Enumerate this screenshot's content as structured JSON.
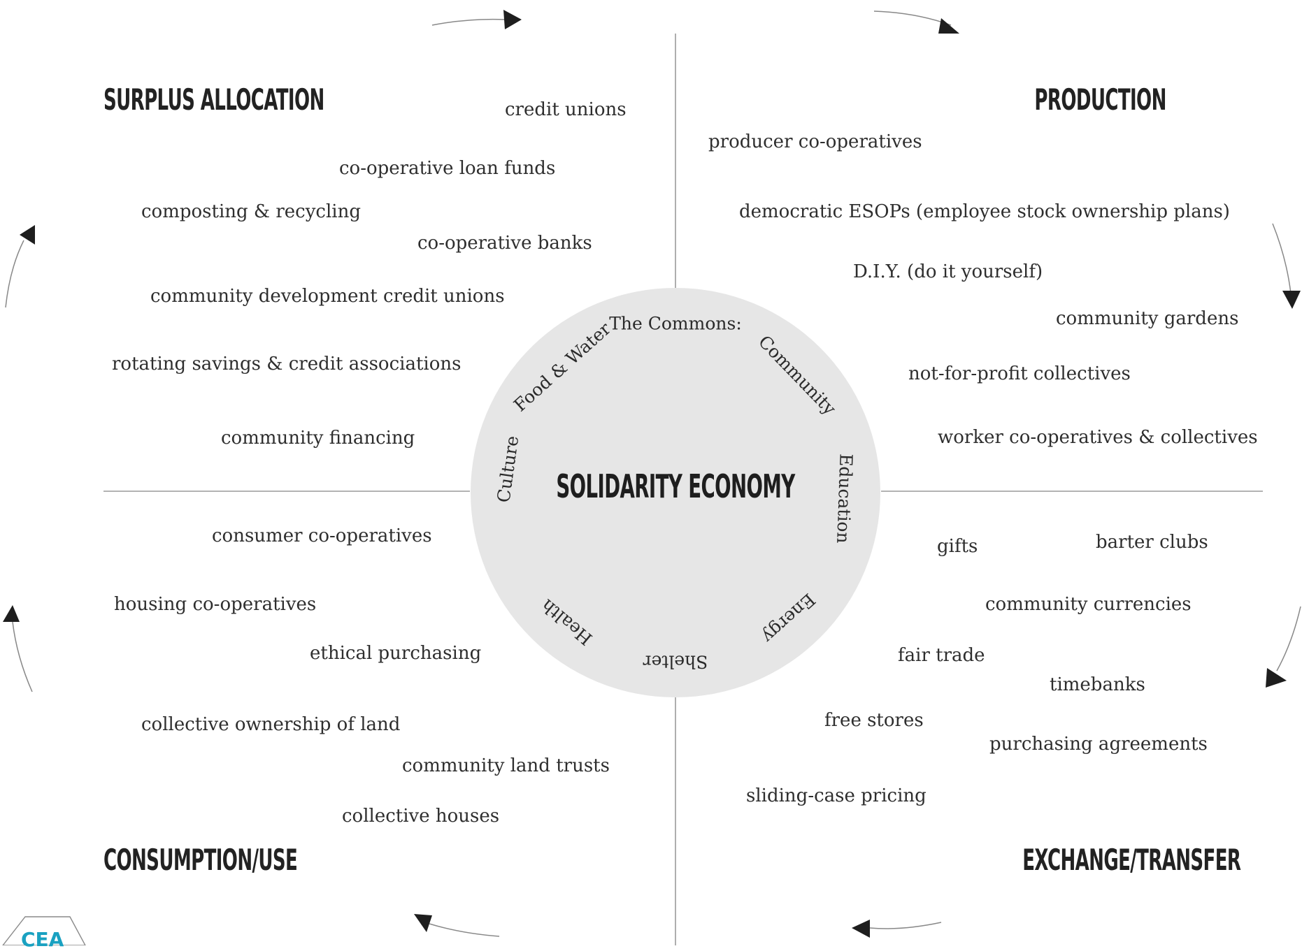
{
  "center": {
    "title": "SOLIDARITY ECONOMY",
    "commons": [
      "The Commons:",
      "Community",
      "Education",
      "Energy",
      "Shelter",
      "Health",
      "Culture",
      "Food & Water"
    ]
  },
  "quadrants": {
    "surplus_allocation": {
      "heading": "SURPLUS ALLOCATION",
      "items": [
        "credit unions",
        "co-operative loan funds",
        "composting & recycling",
        "co-operative banks",
        "community development credit unions",
        "rotating savings & credit associations",
        "community financing"
      ]
    },
    "production": {
      "heading": "PRODUCTION",
      "items": [
        "producer co-operatives",
        "democratic ESOPs (employee stock ownership plans)",
        "D.I.Y. (do it yourself)",
        "community gardens",
        "not-for-profit collectives",
        "worker co-operatives & collectives"
      ]
    },
    "consumption_use": {
      "heading": "CONSUMPTION/USE",
      "items": [
        "consumer co-operatives",
        "housing co-operatives",
        "ethical purchasing",
        "collective ownership of land",
        "community land trusts",
        "collective houses"
      ]
    },
    "exchange_transfer": {
      "heading": "EXCHANGE/TRANSFER",
      "items": [
        "gifts",
        "barter clubs",
        "community currencies",
        "fair trade",
        "timebanks",
        "free stores",
        "purchasing agreements",
        "sliding-case pricing"
      ]
    }
  },
  "logo": {
    "text": "CEA"
  },
  "colors": {
    "circle": "#e6e6e6",
    "lines": "#9a9a9a",
    "arrows": "#1e1e1e",
    "logo": "#1aa1c1"
  }
}
